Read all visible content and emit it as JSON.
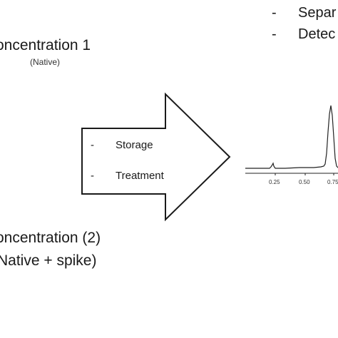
{
  "concentration_1": {
    "label": "oncentration 1",
    "sublabel": "(Native)"
  },
  "concentration_2": {
    "label": "oncentration (2)",
    "sublabel": "Native + spike)"
  },
  "arrow": {
    "items": [
      {
        "bullet": "-",
        "text": "Storage"
      },
      {
        "bullet": "-",
        "text": "Treatment"
      }
    ]
  },
  "analysis_steps": {
    "items": [
      {
        "bullet": "-",
        "text": "Separ"
      },
      {
        "bullet": "-",
        "text": "Detec"
      }
    ]
  },
  "chromatogram": {
    "x_ticks": [
      "0.25",
      "0.50",
      "0.75"
    ]
  }
}
